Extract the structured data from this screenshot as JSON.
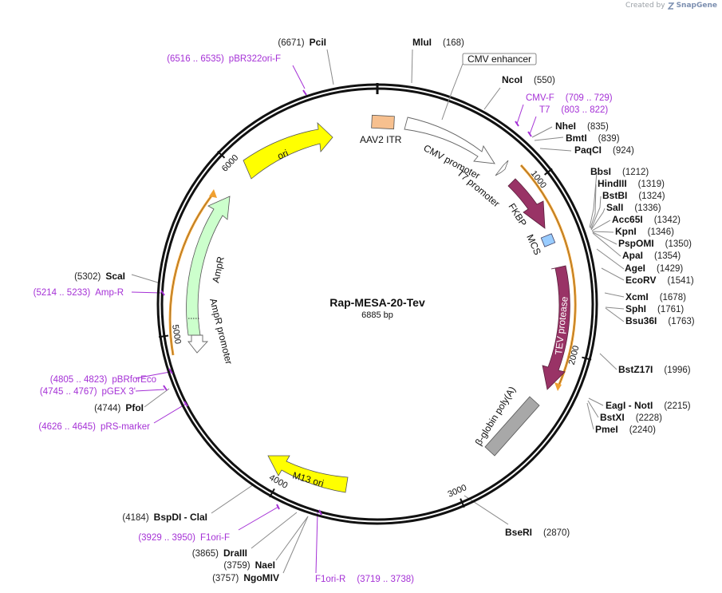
{
  "watermark": {
    "prefix": "Created by",
    "brand": "SnapGene"
  },
  "map": {
    "name": "Rap-MESA-20-Tev",
    "size_label": "6885 bp"
  },
  "ticks": [
    "1000",
    "2000",
    "3000",
    "4000",
    "5000",
    "6000"
  ],
  "sites": [
    {
      "pos": "(168)",
      "enzyme": "MluI"
    },
    {
      "pos": "(550)",
      "enzyme": "NcoI"
    },
    {
      "pos": "(835)",
      "enzyme": "NheI"
    },
    {
      "pos": "(839)",
      "enzyme": "BmtI"
    },
    {
      "pos": "(924)",
      "enzyme": "PaqCI"
    },
    {
      "pos": "(1212)",
      "enzyme": "BbsI"
    },
    {
      "pos": "(1319)",
      "enzyme": "HindIII"
    },
    {
      "pos": "(1324)",
      "enzyme": "BstBI"
    },
    {
      "pos": "(1336)",
      "enzyme": "SalI"
    },
    {
      "pos": "(1342)",
      "enzyme": "Acc65I"
    },
    {
      "pos": "(1346)",
      "enzyme": "KpnI"
    },
    {
      "pos": "(1350)",
      "enzyme": "PspOMI"
    },
    {
      "pos": "(1354)",
      "enzyme": "ApaI"
    },
    {
      "pos": "(1429)",
      "enzyme": "AgeI"
    },
    {
      "pos": "(1541)",
      "enzyme": "EcoRV"
    },
    {
      "pos": "(1678)",
      "enzyme": "XcmI"
    },
    {
      "pos": "(1761)",
      "enzyme": "SphI"
    },
    {
      "pos": "(1763)",
      "enzyme": "Bsu36I"
    },
    {
      "pos": "(1996)",
      "enzyme": "BstZ17I"
    },
    {
      "pos": "(2215)",
      "enzyme": "EagI  - NotI"
    },
    {
      "pos": "(2228)",
      "enzyme": "BstXI"
    },
    {
      "pos": "(2240)",
      "enzyme": "PmeI"
    },
    {
      "pos": "(2870)",
      "enzyme": "BseRI"
    },
    {
      "pos": "(3757)",
      "enzyme": "NgoMIV"
    },
    {
      "pos": "(3759)",
      "enzyme": "NaeI"
    },
    {
      "pos": "(3865)",
      "enzyme": "DraIII"
    },
    {
      "pos": "(4184)",
      "enzyme": "BspDI  - ClaI"
    },
    {
      "pos": "(4744)",
      "enzyme": "PfoI"
    },
    {
      "pos": "(5302)",
      "enzyme": "ScaI"
    },
    {
      "pos": "(6671)",
      "enzyme": "PciI"
    }
  ],
  "primers": [
    {
      "name": "CMV-F",
      "range": "(709 .. 729)"
    },
    {
      "name": "T7",
      "range": "(803 .. 822)"
    },
    {
      "name": "F1ori-R",
      "range": "(3719 .. 3738)"
    },
    {
      "name": "F1ori-F",
      "range": "(3929 .. 3950)"
    },
    {
      "name": "pRS-marker",
      "range": "(4626 .. 4645)"
    },
    {
      "name": "pGEX 3'",
      "range": "(4745 .. 4767)"
    },
    {
      "name": "pBRforEco",
      "range": "(4805 .. 4823)"
    },
    {
      "name": "Amp-R",
      "range": "(5214 .. 5233)"
    },
    {
      "name": "pBR322ori-F",
      "range": "(6516 .. 6535)"
    }
  ],
  "features": {
    "cmv_enhancer": "CMV enhancer",
    "aav2_itr": "AAV2 ITR",
    "cmv_promoter": "CMV promoter",
    "t7_promoter": "T7 promoter",
    "fkbp": "FKBP",
    "mcs": "MCS",
    "tev_protease": "TEV protease",
    "beta_globin": "β-globin poly(A)",
    "m13_ori": "M13 ori",
    "ampr": "AmpR",
    "ampr_promoter": "AmpR promoter",
    "ori": "ori"
  },
  "colors": {
    "backbone": "#111111",
    "primer": "#a531d6",
    "ori": "#ffff00",
    "ampr": "#ccffcc",
    "fkbp": "#993366",
    "tev": "#993366",
    "mcs": "#99ccff",
    "itr": "#f7c08f",
    "polyA": "#a8a8a8",
    "orf": "#f0a030"
  }
}
